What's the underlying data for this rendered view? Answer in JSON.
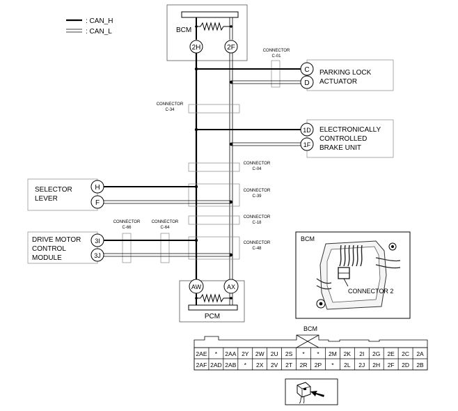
{
  "legend": {
    "can_h": ": CAN_H",
    "can_l": ": CAN_L"
  },
  "bcm": {
    "label": "BCM",
    "pin_h": "2H",
    "pin_l": "2F"
  },
  "pcm": {
    "label": "PCM",
    "pin_h": "AW",
    "pin_l": "AX"
  },
  "connectors": {
    "c01": {
      "word": "CONNECTOR",
      "id": "C-01"
    },
    "c34": {
      "word": "CONNECTOR",
      "id": "C-34"
    },
    "c04": {
      "word": "CONNECTOR",
      "id": "C-04"
    },
    "c39": {
      "word": "CONNECTOR",
      "id": "C-39"
    },
    "c18": {
      "word": "CONNECTOR",
      "id": "C-18"
    },
    "c48": {
      "word": "CONNECTOR",
      "id": "C-48"
    },
    "c66": {
      "word": "CONNECTOR",
      "id": "C-66"
    },
    "c64": {
      "word": "CONNECTOR",
      "id": "C-64"
    }
  },
  "parking_lock": {
    "line1": "PARKING LOCK",
    "line2": "ACTUATOR",
    "pin_h": "C",
    "pin_l": "D"
  },
  "brake_unit": {
    "line1": "ELECTRONICALLY",
    "line2": "CONTROLLED",
    "line3": "BRAKE UNIT",
    "pin_h": "1D",
    "pin_l": "1F"
  },
  "selector": {
    "line1": "SELECTOR",
    "line2": "LEVER",
    "pin_h": "H",
    "pin_l": "F"
  },
  "drive_motor": {
    "line1": "DRIVE MOTOR",
    "line2": "CONTROL",
    "line3": "MODULE",
    "pin_h": "3I",
    "pin_l": "3J"
  },
  "photo": {
    "label": "BCM",
    "callout": "CONNECTOR 2"
  },
  "pinout": {
    "title": "BCM",
    "row1": [
      "2AE",
      "*",
      "2AA",
      "2Y",
      "2W",
      "2U",
      "2S",
      "*",
      "*",
      "2M",
      "2K",
      "2I",
      "2G",
      "2E",
      "2C",
      "2A"
    ],
    "row2": [
      "2AF",
      "2AD",
      "2AB",
      "*",
      "2X",
      "2V",
      "2T",
      "2R",
      "2P",
      "*",
      "2L",
      "2J",
      "2H",
      "2F",
      "2D",
      "2B"
    ]
  }
}
